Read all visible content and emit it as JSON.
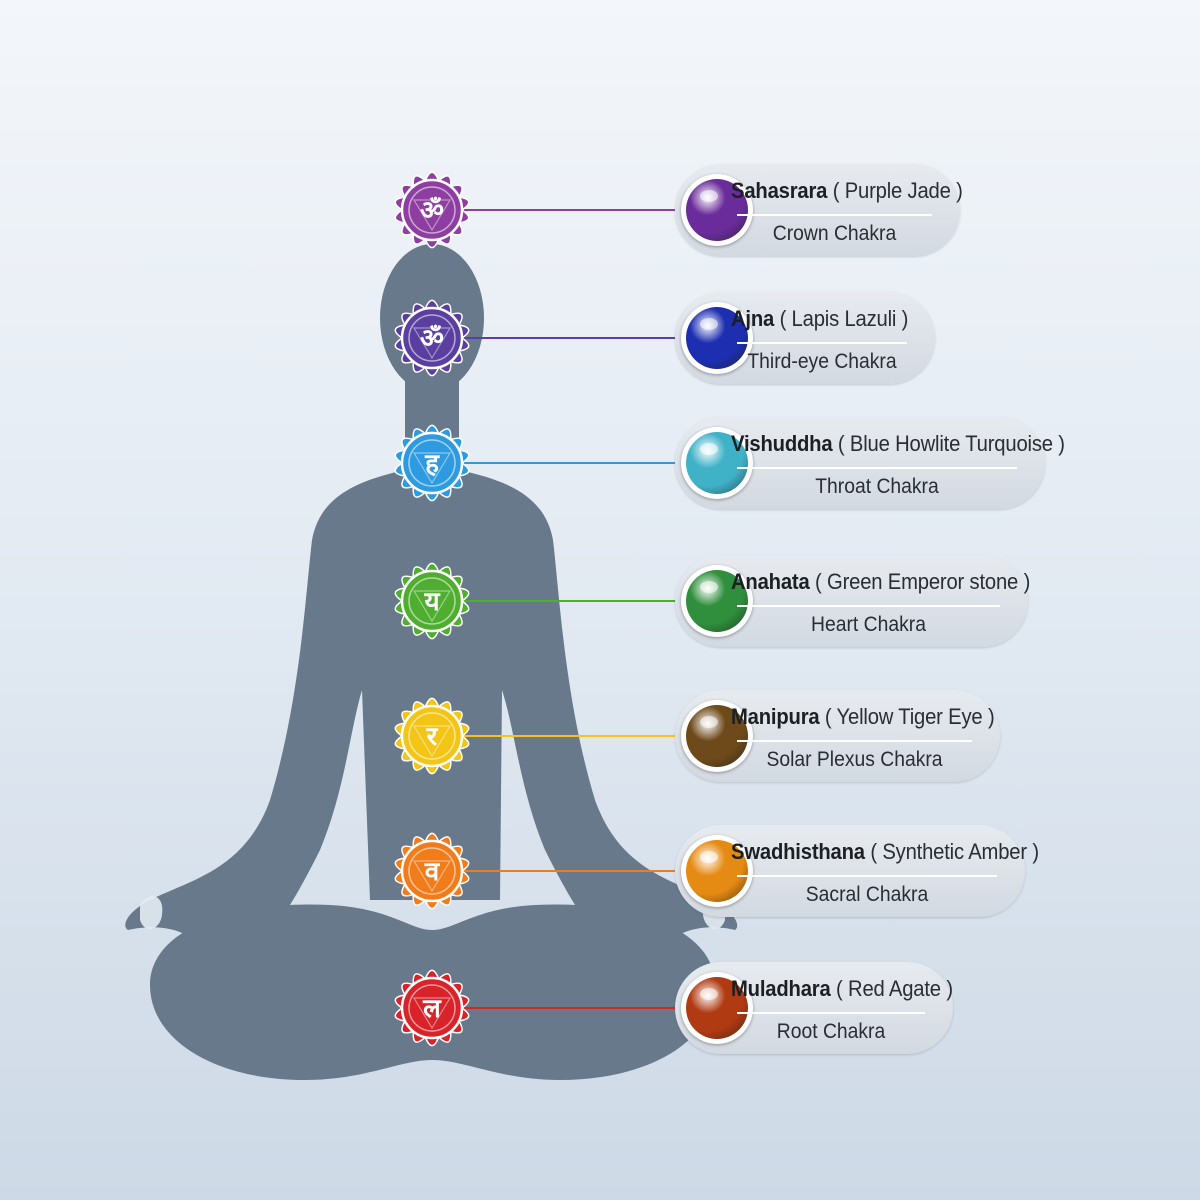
{
  "chakras": [
    {
      "sanskrit": "Sahasrara",
      "stone": "( Purple Jade )",
      "chakra": "Crown Chakra",
      "color": "#8e3ea0",
      "stone_color": "#6a2c9a",
      "glyph": "ॐ",
      "symbol_icon": "om-lotus-icon"
    },
    {
      "sanskrit": "Ajna",
      "stone": "( Lapis Lazuli )",
      "chakra": "Third-eye Chakra",
      "color": "#5a3fa0",
      "stone_color": "#1d2fb0",
      "glyph": "ॐ",
      "symbol_icon": "third-eye-lotus-icon"
    },
    {
      "sanskrit": "Vishuddha",
      "stone": "( Blue Howlite Turquoise )",
      "chakra": "Throat Chakra",
      "color": "#2e9be0",
      "stone_color": "#3fb2c8",
      "glyph": "ह",
      "symbol_icon": "throat-lotus-icon"
    },
    {
      "sanskrit": "Anahata",
      "stone": "( Green Emperor stone )",
      "chakra": "Heart Chakra",
      "color": "#4fad2f",
      "stone_color": "#2f8f3c",
      "glyph": "य",
      "symbol_icon": "heart-lotus-icon"
    },
    {
      "sanskrit": "Manipura",
      "stone": "( Yellow Tiger Eye )",
      "chakra": "Solar Plexus Chakra",
      "color": "#f2c516",
      "stone_color": "#6e4a1a",
      "glyph": "र",
      "symbol_icon": "solar-plexus-lotus-icon"
    },
    {
      "sanskrit": "Swadhisthana",
      "stone": "( Synthetic Amber )",
      "chakra": "Sacral Chakra",
      "color": "#f07c1c",
      "stone_color": "#e58a12",
      "glyph": "व",
      "symbol_icon": "sacral-lotus-icon"
    },
    {
      "sanskrit": "Muladhara",
      "stone": "( Red Agate )",
      "chakra": "Root Chakra",
      "color": "#d8232a",
      "stone_color": "#b03a12",
      "glyph": "ल",
      "symbol_icon": "root-lotus-icon"
    }
  ],
  "silhouette_color": "#67798a",
  "figure_icon": "meditating-person-silhouette-icon"
}
